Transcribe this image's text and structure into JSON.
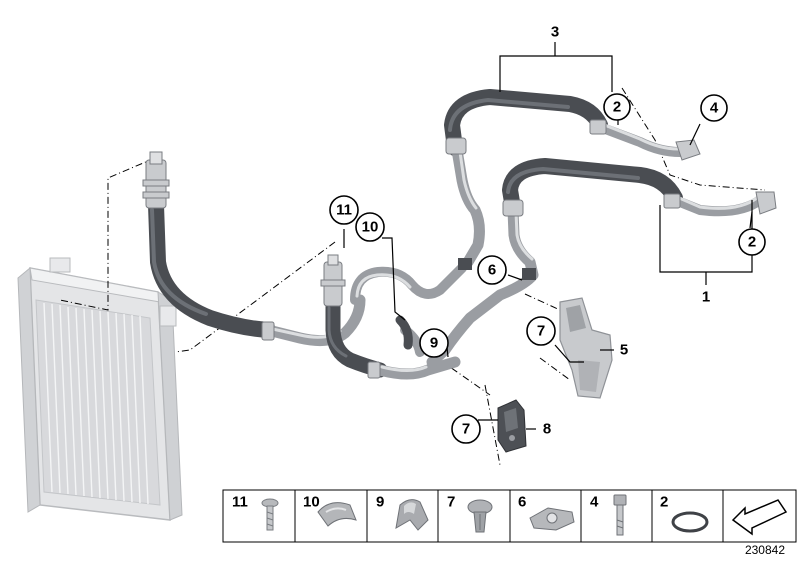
{
  "callouts": [
    {
      "id": "c3",
      "label": "3"
    },
    {
      "id": "c2a",
      "label": "2"
    },
    {
      "id": "c4",
      "label": "4"
    },
    {
      "id": "c2b",
      "label": "2"
    },
    {
      "id": "c1",
      "label": "1"
    },
    {
      "id": "c11",
      "label": "11"
    },
    {
      "id": "c10",
      "label": "10"
    },
    {
      "id": "c6",
      "label": "6"
    },
    {
      "id": "c9",
      "label": "9"
    },
    {
      "id": "c7a",
      "label": "7"
    },
    {
      "id": "c5",
      "label": "5"
    },
    {
      "id": "c7b",
      "label": "7"
    },
    {
      "id": "c8",
      "label": "8"
    }
  ],
  "legend": {
    "items": [
      {
        "label": "11",
        "part": "screw"
      },
      {
        "label": "10",
        "part": "hose-clip"
      },
      {
        "label": "9",
        "part": "clip"
      },
      {
        "label": "7",
        "part": "expanding-rivet"
      },
      {
        "label": "6",
        "part": "spring-clip"
      },
      {
        "label": "4",
        "part": "bolt"
      },
      {
        "label": "2",
        "part": "o-ring"
      },
      {
        "label": "",
        "part": "arrow-icon"
      }
    ]
  },
  "diagram_id": "230842",
  "colors": {
    "hose": "#4a4d52",
    "pipe": "#9a9da2",
    "radiator": "#e2e3e5",
    "outline": "#000000"
  }
}
